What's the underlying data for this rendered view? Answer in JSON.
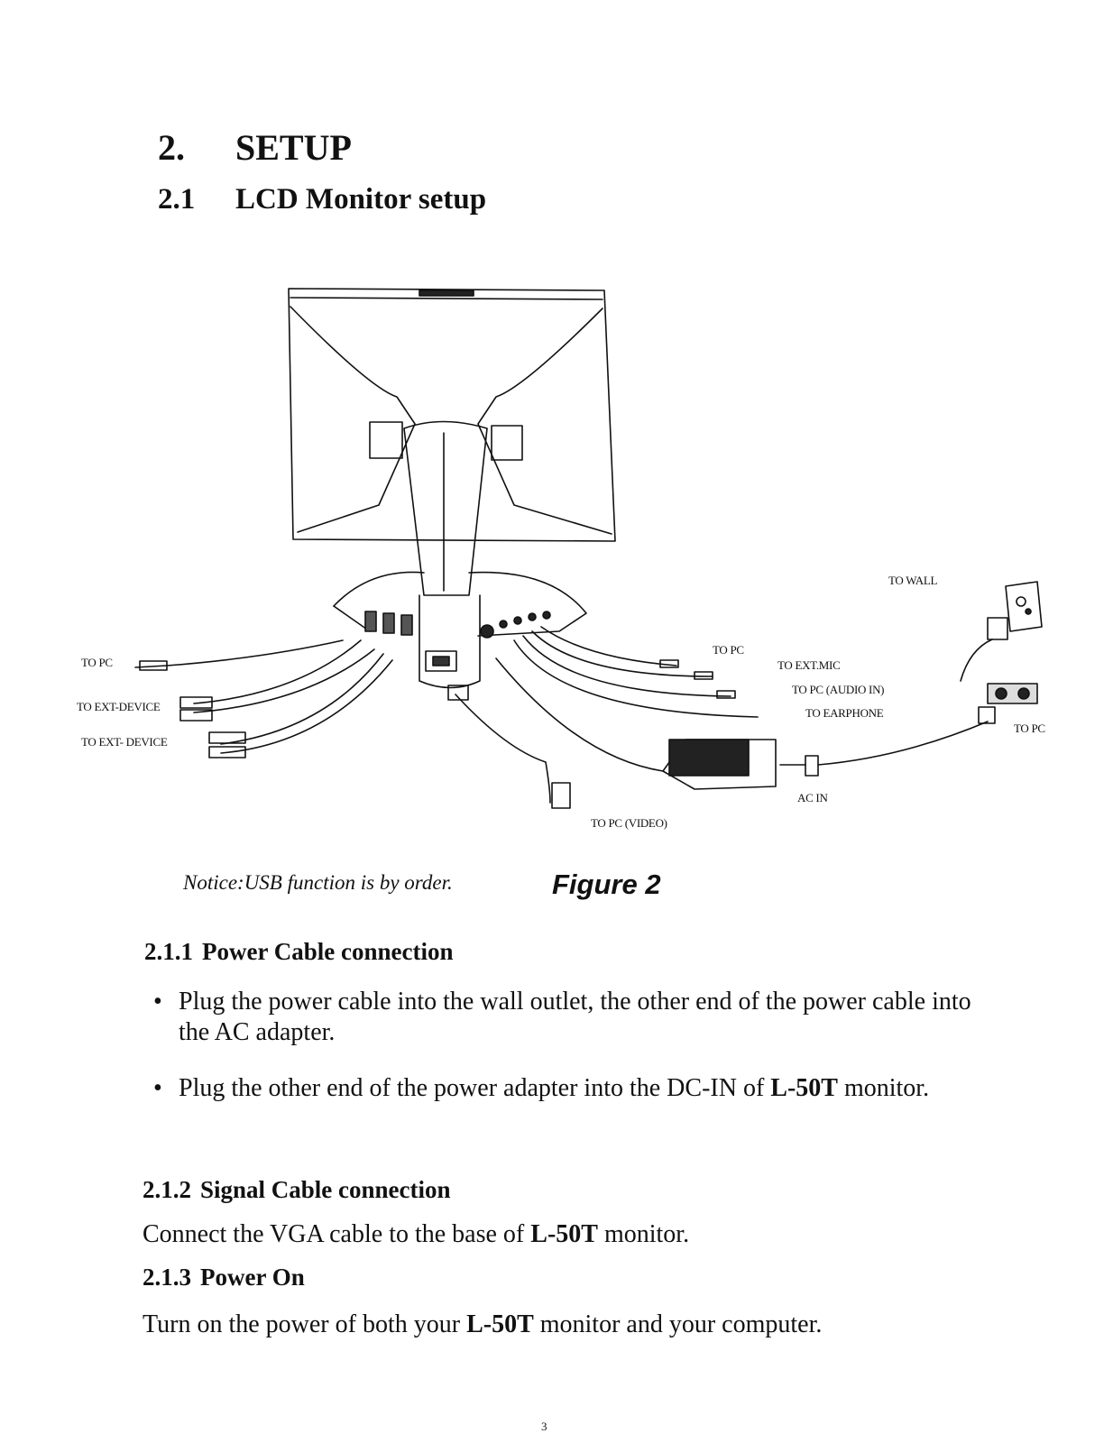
{
  "heading": {
    "num": "2.",
    "title": "SETUP"
  },
  "subheading": {
    "num": "2.1",
    "title": "LCD Monitor setup"
  },
  "figure_labels": {
    "to_pc_usb": "TO PC",
    "to_ext_device_1": "TO EXT-DEVICE",
    "to_ext_device_2": "TO EXT- DEVICE",
    "to_pc_top": "TO PC",
    "to_ext_mic": "TO EXT.MIC",
    "to_pc_audio_in": "TO PC (AUDIO IN)",
    "to_earphone": "TO EARPHONE",
    "to_wall": "TO WALL",
    "to_pc_right": "TO PC",
    "ac_in": "AC IN",
    "to_pc_video": "TO PC (VIDEO)"
  },
  "notice": "Notice:USB function is by order.",
  "figure_caption": "Figure 2",
  "section_211": {
    "num": "2.1.1",
    "title": "Power Cable connection",
    "bullets": [
      "Plug the power cable into the wall outlet, the other end of the power cable into the AC adapter.",
      {
        "before": "Plug the other end of the power adapter into the DC-IN of ",
        "bold": "L-50T",
        "after": " monitor."
      }
    ],
    "bullet_symbol": "•"
  },
  "section_212": {
    "num": "2.1.2",
    "title": "Signal Cable connection",
    "text_before": "Connect the VGA cable to the base of ",
    "text_bold": "L-50T",
    "text_after": " monitor."
  },
  "section_213": {
    "num": "2.1.3",
    "title": "Power On",
    "text_before": "Turn on the power of both your ",
    "text_bold": "L-50T",
    "text_after": " monitor and your computer."
  },
  "page_number": "3"
}
